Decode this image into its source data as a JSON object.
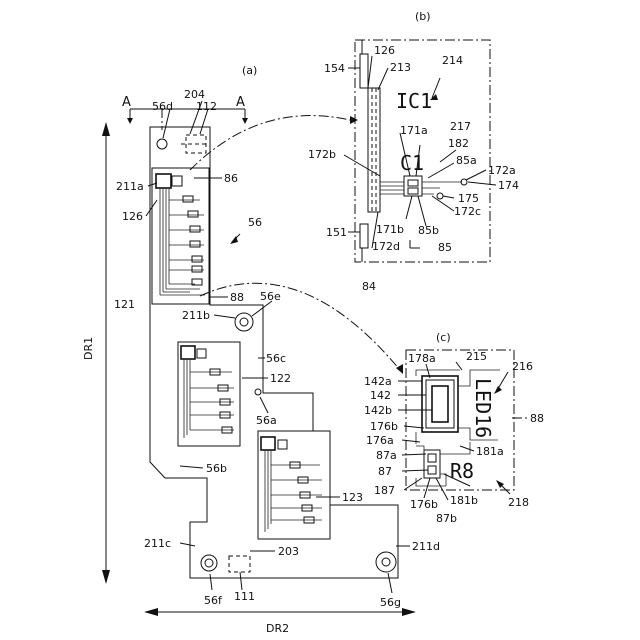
{
  "views": {
    "a": "(a)",
    "b": "(b)",
    "c": "(c)"
  },
  "section": {
    "left": "A",
    "right": "A"
  },
  "directions": {
    "dr1": "DR1",
    "dr2": "DR2"
  },
  "chips": {
    "ic": "IC1",
    "cap": "C1",
    "led": "LED16",
    "res": "R8"
  },
  "refs_a": {
    "r204": "204",
    "r56d": "56d",
    "r112": "112",
    "r86": "86",
    "r211a": "211a",
    "r126": "126",
    "r56": "56",
    "r121": "121",
    "r88": "88",
    "r211b": "211b",
    "r56e": "56e",
    "r56c": "56c",
    "r122": "122",
    "r56a": "56a",
    "r56b": "56b",
    "r123": "123",
    "r211c": "211c",
    "r203": "203",
    "r211d": "211d",
    "r56f": "56f",
    "r111": "111",
    "r56g": "56g"
  },
  "refs_b": {
    "r214": "214",
    "r154": "154",
    "r126": "126",
    "r213": "213",
    "r217": "217",
    "r171a": "171a",
    "r182": "182",
    "r172b": "172b",
    "r85a": "85a",
    "r172a": "172a",
    "r174": "174",
    "r175": "175",
    "r172c": "172c",
    "r171b": "171b",
    "r85b": "85b",
    "r151": "151",
    "r172d": "172d",
    "r85": "85",
    "r84": "84"
  },
  "refs_c": {
    "r178a": "178a",
    "r215": "215",
    "r216": "216",
    "r142a": "142a",
    "r142": "142",
    "r142b": "142b",
    "r176b_top": "176b",
    "r88": "88",
    "r176a": "176a",
    "r181a": "181a",
    "r87a": "87a",
    "r87": "87",
    "r187": "187",
    "r176b": "176b",
    "r181b": "181b",
    "r87b": "87b",
    "r218": "218"
  }
}
